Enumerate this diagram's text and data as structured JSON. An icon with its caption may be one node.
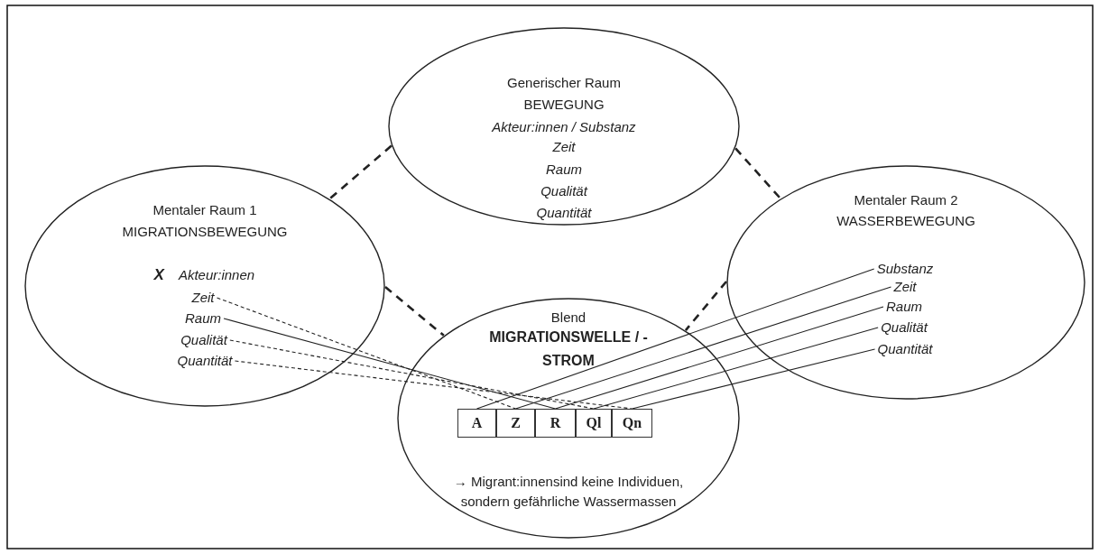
{
  "diagram": {
    "nodes": [
      {
        "text": [
          "Generischer Raum",
          "BEWEGUNG",
          "Akteur:innen / Substanz",
          "Zeit",
          "Raum",
          "Qualität",
          "Quantität"
        ]
      },
      {
        "text": [
          "Mentaler Raum 1",
          "MIGRATIONSBEWEGUNG"
        ]
      },
      {
        "text": [
          "Akteur:innen"
        ],
        "beside": [
          "X"
        ],
        "in": 1
      },
      {
        "text": [
          "Zeit"
        ],
        "in": 1
      },
      {
        "text": [
          "Raum"
        ],
        "in": 1
      },
      {
        "text": [
          "Qualität"
        ],
        "in": 1
      },
      {
        "text": [
          "Quantität"
        ],
        "in": 1
      },
      {
        "text": [
          "Mentaler Raum 2",
          "WASSERBEWEGUNG"
        ]
      },
      {
        "text": [
          "Substanz"
        ],
        "in": 7
      },
      {
        "text": [
          "Zeit"
        ],
        "in": 7
      },
      {
        "text": [
          "Raum"
        ],
        "in": 7
      },
      {
        "text": [
          "Qualität"
        ],
        "in": 7
      },
      {
        "text": [
          "Quantität"
        ],
        "in": 7
      },
      {
        "text": [
          "Blend",
          "MIGRATIONSWELLE / - STROM",
          "→ Migrant:innensind keine Individuen, sondern gefährliche Wassermassen"
        ]
      },
      {
        "text": [
          "A"
        ],
        "in": 13
      },
      {
        "text": [
          "Z"
        ],
        "in": 13
      },
      {
        "text": [
          "R"
        ],
        "in": 13
      },
      {
        "text": [
          "Ql"
        ],
        "in": 13
      },
      {
        "text": [
          "Qn"
        ],
        "in": 13
      }
    ],
    "edges": [
      {
        "from": 0,
        "to": 1,
        "arrow": "none",
        "style": "dashed"
      },
      {
        "from": 0,
        "to": 7,
        "arrow": "none",
        "style": "dashed"
      },
      {
        "from": 1,
        "to": 13,
        "arrow": "none",
        "style": "dashed"
      },
      {
        "from": 7,
        "to": 13,
        "arrow": "none",
        "style": "dashed"
      },
      {
        "from": 3,
        "to": 15,
        "arrow": "none",
        "style": "dashed"
      },
      {
        "from": 4,
        "to": 16,
        "arrow": "none"
      },
      {
        "from": 5,
        "to": 17,
        "arrow": "none",
        "style": "dashed"
      },
      {
        "from": 6,
        "to": 18,
        "arrow": "none",
        "style": "dashed"
      },
      {
        "from": 8,
        "to": 14,
        "arrow": "none"
      },
      {
        "from": 9,
        "to": 15,
        "arrow": "none"
      },
      {
        "from": 10,
        "to": 16,
        "arrow": "none"
      },
      {
        "from": 11,
        "to": 17,
        "arrow": "none"
      },
      {
        "from": 12,
        "to": 18,
        "arrow": "none"
      }
    ]
  }
}
